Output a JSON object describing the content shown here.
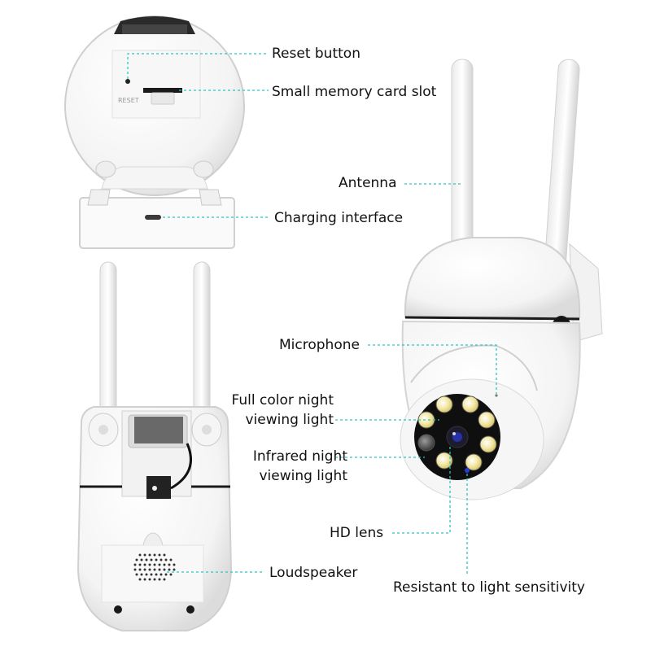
{
  "labels": {
    "reset_button": "Reset button",
    "memory_card_slot": "Small memory card slot",
    "antenna": "Antenna",
    "charging_interface": "Charging interface",
    "microphone": "Microphone",
    "full_color_line1": "Full color night",
    "full_color_line2": "viewing light",
    "infrared_line1": "Infrared night",
    "infrared_line2": "viewing light",
    "hd_lens": "HD lens",
    "loudspeaker": "Loudspeaker",
    "light_sensitivity": "Resistant to light sensitivity"
  },
  "reset_print": "RESET",
  "colors": {
    "leader_line": "#2fc4c4",
    "body": "#ffffff",
    "outline": "#d6d6d6",
    "lens_black": "#111111",
    "led_yellow": "#f3e7a4",
    "lens_blue": "#2a3bd8"
  }
}
